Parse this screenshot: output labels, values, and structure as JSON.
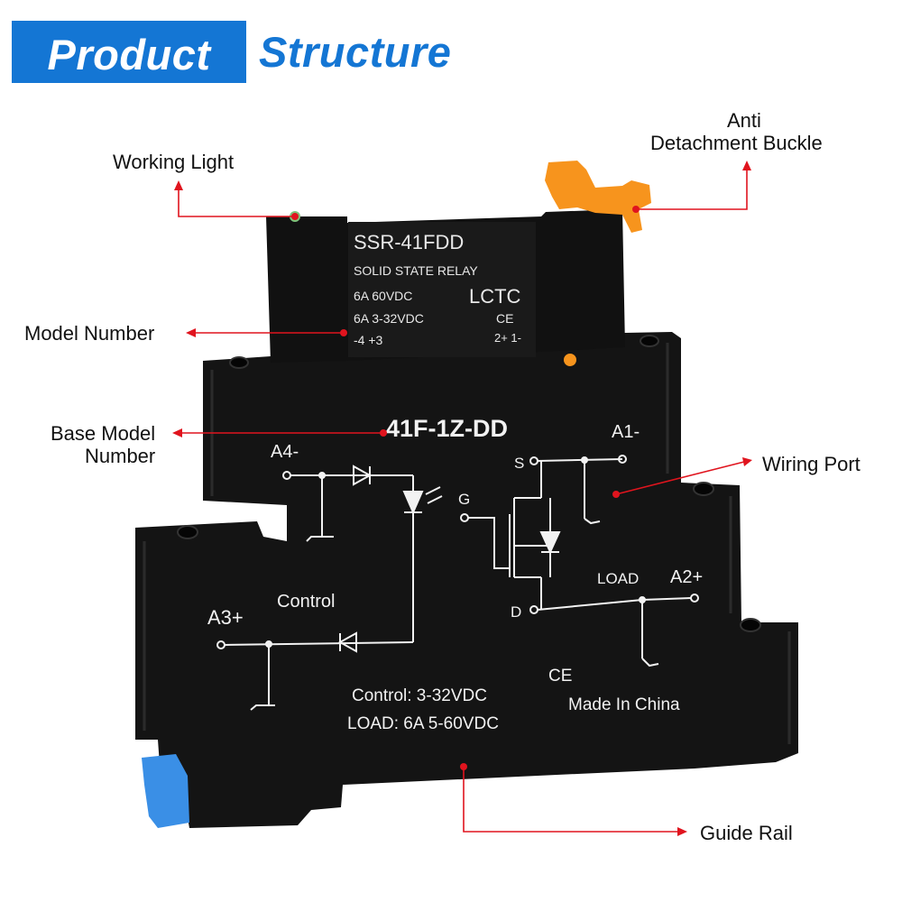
{
  "header": {
    "title_left": "Product",
    "title_right": "Structure"
  },
  "callouts": {
    "working_light": "Working Light",
    "anti_detach_line1": "Anti",
    "anti_detach_line2": "Detachment Buckle",
    "model_number": "Model Number",
    "base_model_line1": "Base Model",
    "base_model_line2": "Number",
    "wiring_port": "Wiring Port",
    "guide_rail": "Guide Rail"
  },
  "relay_module": {
    "model": "SSR-41FDD",
    "type": "SOLID STATE RELAY",
    "rating1": "6A  60VDC",
    "rating2": "6A 3-32VDC",
    "brand": "LCTC",
    "ce": "CE",
    "pins_left": "-4  +3",
    "pins_right": "2+ 1-"
  },
  "base": {
    "model": "41F-1Z-DD",
    "a4": "A4-",
    "a3": "A3+",
    "a1": "A1-",
    "a2": "A2+",
    "s": "S",
    "g": "G",
    "d": "D",
    "control": "Control",
    "load": "LOAD",
    "spec_control": "Control:  3-32VDC",
    "spec_load": "LOAD:  6A 5-60VDC",
    "ce": "CE",
    "origin": "Made In China"
  },
  "colors": {
    "accent": "#1476d4",
    "callout": "#e0141e",
    "housing": "#141414",
    "buckle": "#f7941d",
    "rail_clip": "#3a8fe6"
  }
}
